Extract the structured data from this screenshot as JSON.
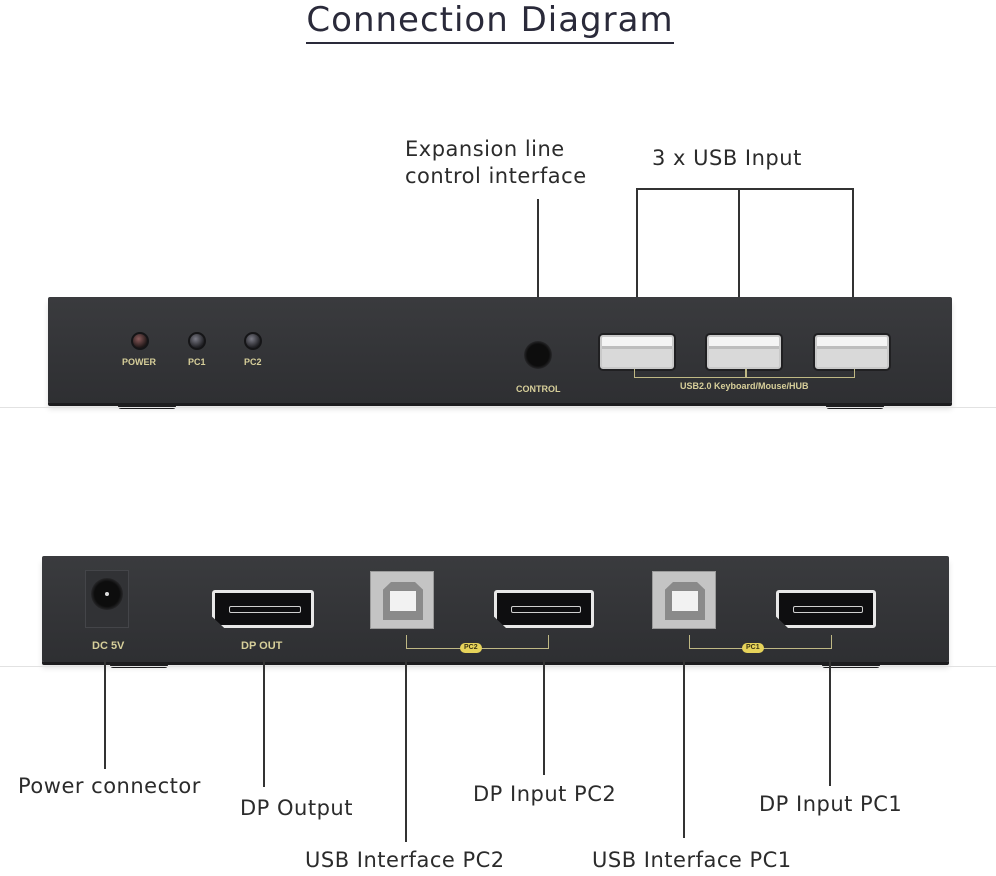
{
  "title": "Connection Diagram",
  "front_panel": {
    "callouts": {
      "control": "Expansion line\ncontrol interface",
      "control_line1": "Expansion line",
      "control_line2": "control interface",
      "usb_inputs": "3 x USB Input"
    },
    "leds": [
      {
        "label": "POWER",
        "color": "red"
      },
      {
        "label": "PC1",
        "color": "dark"
      },
      {
        "label": "PC2",
        "color": "dark"
      }
    ],
    "control_label": "CONTROL",
    "usb_group_label": "USB2.0 Keyboard/Mouse/HUB",
    "usb_port_count": 3
  },
  "rear_panel": {
    "silkscreen": {
      "dc": "DC 5V",
      "dp_out": "DP OUT",
      "pc2": "PC2",
      "pc1": "PC1"
    },
    "callouts": {
      "power": "Power connector",
      "dp_output": "DP Output",
      "usb_pc2": "USB Interface PC2",
      "dp_input_pc2": "DP Input PC2",
      "usb_pc1": "USB Interface PC1",
      "dp_input_pc1": "DP Input PC1"
    }
  },
  "colors": {
    "chassis": "#333437",
    "silkscreen": "#d7cf9a",
    "pill": "#e6d35a",
    "text": "#2b2b2b"
  }
}
